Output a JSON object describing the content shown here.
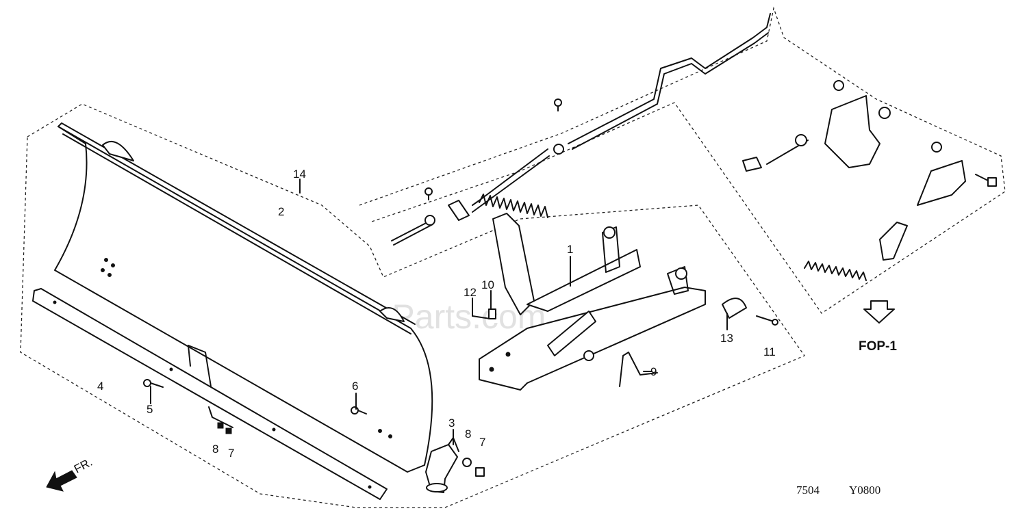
{
  "diagram": {
    "callouts": {
      "c1": "1",
      "c2": "2",
      "c3": "3",
      "c4": "4",
      "c5": "5",
      "c6": "6",
      "c7a": "7",
      "c7b": "7",
      "c8a": "8",
      "c8b": "8",
      "c9": "9",
      "c10": "10",
      "c11": "11",
      "c12": "12",
      "c13": "13",
      "c14": "14"
    },
    "reference_label": "FOP-1",
    "direction_label": "FR.",
    "footer_code_left": "7504",
    "footer_code_right": "Y0800",
    "watermark": "eReplacementParts.com"
  }
}
